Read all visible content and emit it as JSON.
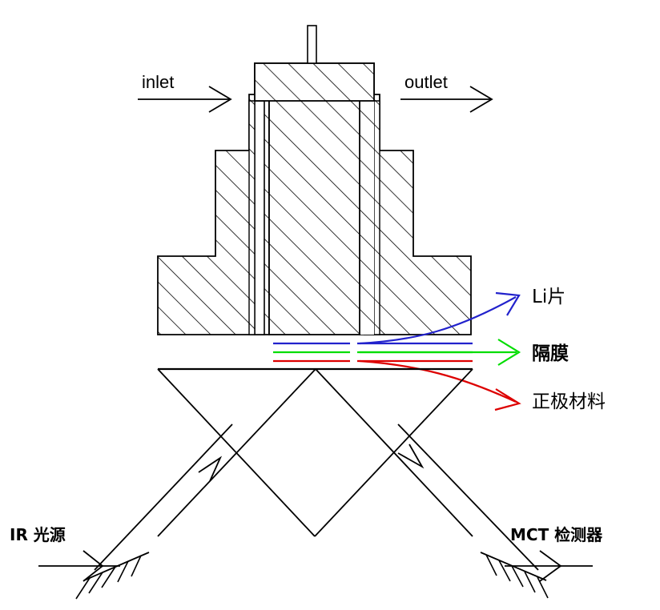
{
  "figure": {
    "kind": "in-situ ATR-FTIR electrochemical cell schematic",
    "background_color": "#ffffff",
    "line_color": "#000000"
  },
  "flow": {
    "inlet_label": "inlet",
    "outlet_label": "outlet"
  },
  "layers": [
    {
      "id": "li-foil",
      "label": "Li片",
      "color": "#2222cc"
    },
    {
      "id": "separator",
      "label": "隔膜",
      "color": "#00dd00"
    },
    {
      "id": "cathode",
      "label": "正极材料",
      "color": "#dd0000"
    }
  ],
  "instruments": {
    "source_label": "IR 光源",
    "detector_label": "MCT 检测器"
  },
  "colors": {
    "li_foil": "#2222cc",
    "separator": "#00dd00",
    "cathode": "#dd0000",
    "outline": "#000000",
    "hatch": "#000000"
  }
}
